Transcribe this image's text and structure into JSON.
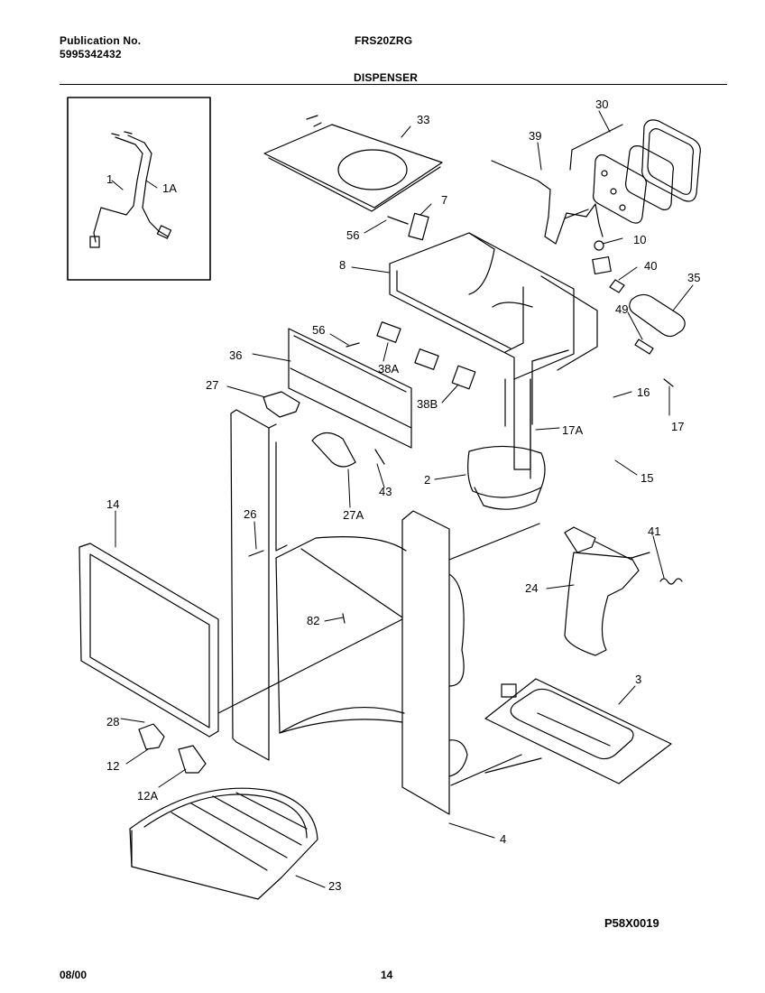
{
  "header": {
    "publication_label": "Publication No.",
    "publication_number": "5995342432",
    "model": "FRS20ZRG",
    "section": "DISPENSER"
  },
  "figure_id": "P58X0019",
  "footer": {
    "date": "08/00",
    "page": "14"
  },
  "callouts": {
    "c1": "1",
    "c1a": "1A",
    "c2": "2",
    "c3": "3",
    "c4": "4",
    "c7": "7",
    "c8": "8",
    "c10": "10",
    "c12": "12",
    "c12a": "12A",
    "c14": "14",
    "c15": "15",
    "c16": "16",
    "c17": "17",
    "c17a": "17A",
    "c23": "23",
    "c24": "24",
    "c26": "26",
    "c27": "27",
    "c27a": "27A",
    "c28": "28",
    "c30": "30",
    "c33": "33",
    "c35": "35",
    "c36": "36",
    "c38a": "38A",
    "c38b": "38B",
    "c39": "39",
    "c40": "40",
    "c41": "41",
    "c43": "43",
    "c49": "49",
    "c56a": "56",
    "c56b": "56",
    "c82": "82"
  }
}
